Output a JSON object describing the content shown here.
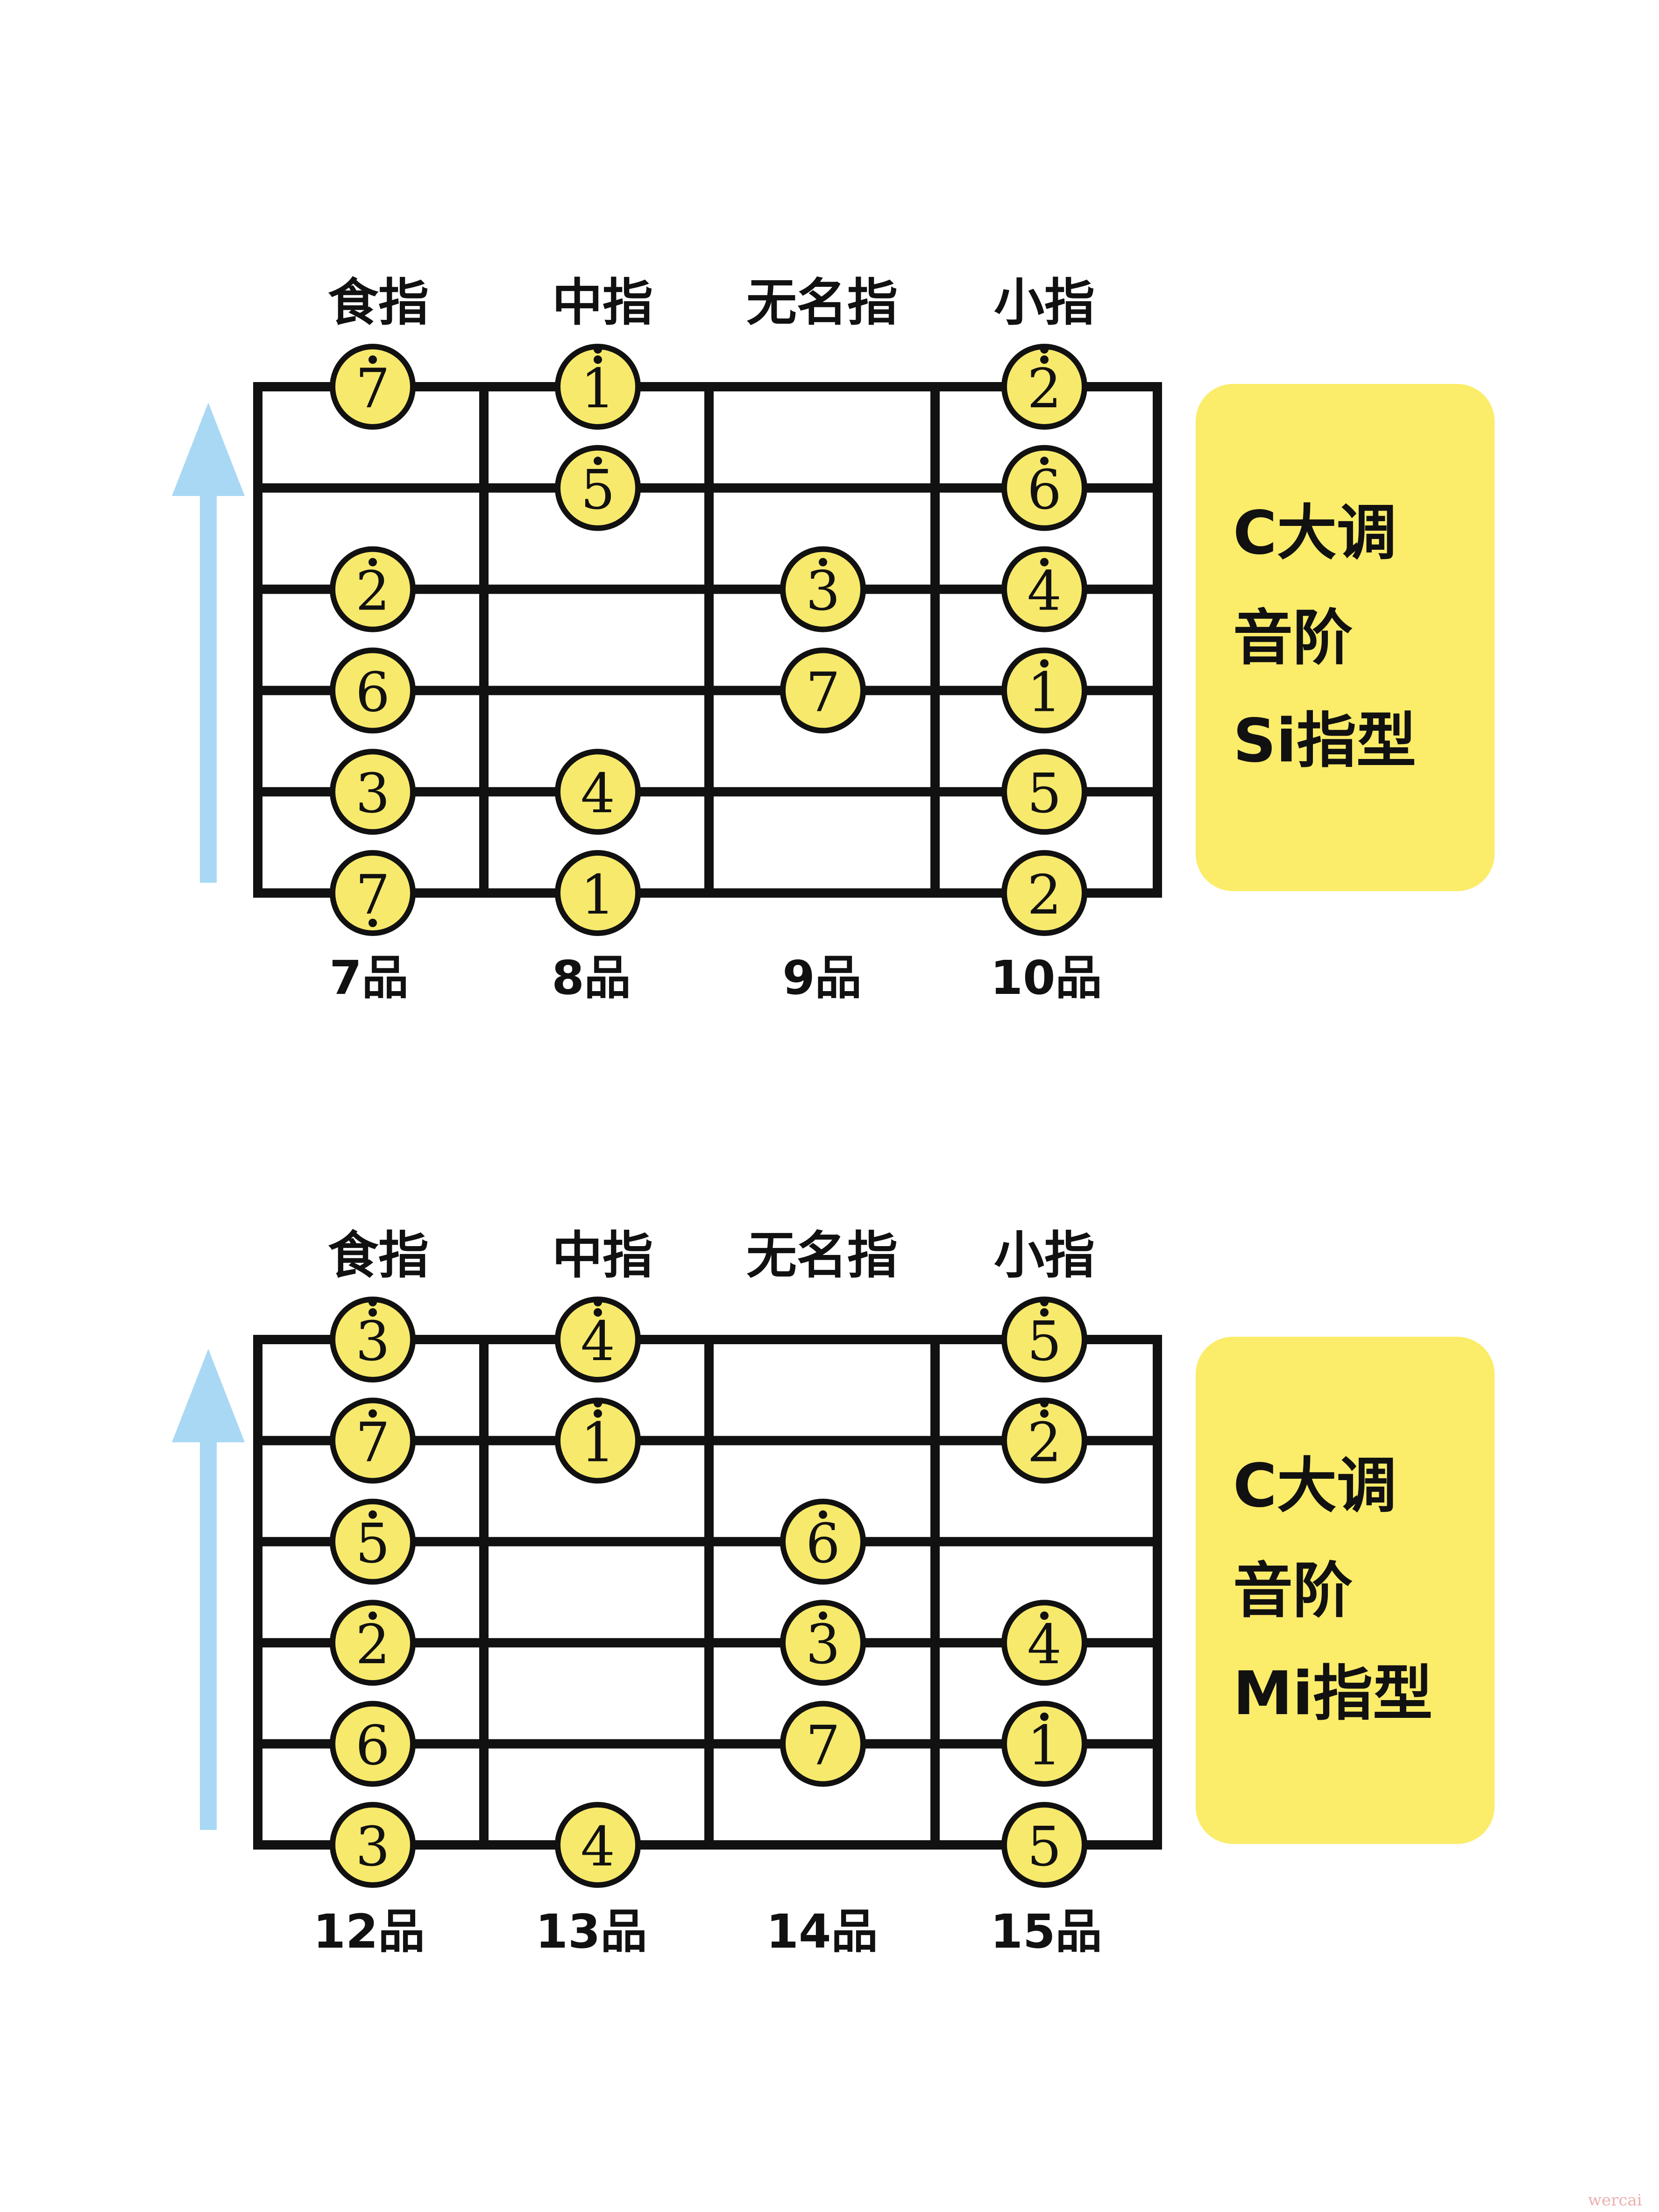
{
  "colors": {
    "note_fill": "#f7e96b",
    "panel_fill": "#fbec6a",
    "arrow": "#a9d8f4",
    "line": "#111111"
  },
  "diagrams": [
    {
      "finger_labels": [
        "食指",
        "中指",
        "无名指",
        "小指"
      ],
      "fret_labels": [
        "7品",
        "8品",
        "9品",
        "10品"
      ],
      "title_lines": [
        "C大调",
        "音阶",
        "Si指型"
      ],
      "notes": [
        {
          "string": 1,
          "fret": 0,
          "digit": "7",
          "dots_above": 1,
          "dots_below": 0
        },
        {
          "string": 1,
          "fret": 1,
          "digit": "1",
          "dots_above": 2,
          "dots_below": 0
        },
        {
          "string": 1,
          "fret": 3,
          "digit": "2",
          "dots_above": 2,
          "dots_below": 0
        },
        {
          "string": 2,
          "fret": 1,
          "digit": "5",
          "dots_above": 1,
          "dots_below": 0
        },
        {
          "string": 2,
          "fret": 3,
          "digit": "6",
          "dots_above": 1,
          "dots_below": 0
        },
        {
          "string": 3,
          "fret": 0,
          "digit": "2",
          "dots_above": 1,
          "dots_below": 0
        },
        {
          "string": 3,
          "fret": 2,
          "digit": "3",
          "dots_above": 1,
          "dots_below": 0
        },
        {
          "string": 3,
          "fret": 3,
          "digit": "4",
          "dots_above": 1,
          "dots_below": 0
        },
        {
          "string": 4,
          "fret": 0,
          "digit": "6",
          "dots_above": 0,
          "dots_below": 0
        },
        {
          "string": 4,
          "fret": 2,
          "digit": "7",
          "dots_above": 0,
          "dots_below": 0
        },
        {
          "string": 4,
          "fret": 3,
          "digit": "1",
          "dots_above": 1,
          "dots_below": 0
        },
        {
          "string": 5,
          "fret": 0,
          "digit": "3",
          "dots_above": 0,
          "dots_below": 0
        },
        {
          "string": 5,
          "fret": 1,
          "digit": "4",
          "dots_above": 0,
          "dots_below": 0
        },
        {
          "string": 5,
          "fret": 3,
          "digit": "5",
          "dots_above": 0,
          "dots_below": 0
        },
        {
          "string": 6,
          "fret": 0,
          "digit": "7",
          "dots_above": 0,
          "dots_below": 1
        },
        {
          "string": 6,
          "fret": 1,
          "digit": "1",
          "dots_above": 0,
          "dots_below": 0
        },
        {
          "string": 6,
          "fret": 3,
          "digit": "2",
          "dots_above": 0,
          "dots_below": 0
        }
      ]
    },
    {
      "finger_labels": [
        "食指",
        "中指",
        "无名指",
        "小指"
      ],
      "fret_labels": [
        "12品",
        "13品",
        "14品",
        "15品"
      ],
      "title_lines": [
        "C大调",
        "音阶",
        "Mi指型"
      ],
      "notes": [
        {
          "string": 1,
          "fret": 0,
          "digit": "3",
          "dots_above": 2,
          "dots_below": 0
        },
        {
          "string": 1,
          "fret": 1,
          "digit": "4",
          "dots_above": 2,
          "dots_below": 0
        },
        {
          "string": 1,
          "fret": 3,
          "digit": "5",
          "dots_above": 2,
          "dots_below": 0
        },
        {
          "string": 2,
          "fret": 0,
          "digit": "7",
          "dots_above": 1,
          "dots_below": 0
        },
        {
          "string": 2,
          "fret": 1,
          "digit": "1",
          "dots_above": 2,
          "dots_below": 0
        },
        {
          "string": 2,
          "fret": 3,
          "digit": "2",
          "dots_above": 2,
          "dots_below": 0
        },
        {
          "string": 3,
          "fret": 0,
          "digit": "5",
          "dots_above": 1,
          "dots_below": 0
        },
        {
          "string": 3,
          "fret": 2,
          "digit": "6",
          "dots_above": 1,
          "dots_below": 0
        },
        {
          "string": 4,
          "fret": 0,
          "digit": "2",
          "dots_above": 1,
          "dots_below": 0
        },
        {
          "string": 4,
          "fret": 2,
          "digit": "3",
          "dots_above": 1,
          "dots_below": 0
        },
        {
          "string": 4,
          "fret": 3,
          "digit": "4",
          "dots_above": 1,
          "dots_below": 0
        },
        {
          "string": 5,
          "fret": 0,
          "digit": "6",
          "dots_above": 0,
          "dots_below": 0
        },
        {
          "string": 5,
          "fret": 2,
          "digit": "7",
          "dots_above": 0,
          "dots_below": 0
        },
        {
          "string": 5,
          "fret": 3,
          "digit": "1",
          "dots_above": 1,
          "dots_below": 0
        },
        {
          "string": 6,
          "fret": 0,
          "digit": "3",
          "dots_above": 0,
          "dots_below": 0
        },
        {
          "string": 6,
          "fret": 1,
          "digit": "4",
          "dots_above": 0,
          "dots_below": 0
        },
        {
          "string": 6,
          "fret": 3,
          "digit": "5",
          "dots_above": 0,
          "dots_below": 0
        }
      ]
    }
  ],
  "watermark": "wercai"
}
